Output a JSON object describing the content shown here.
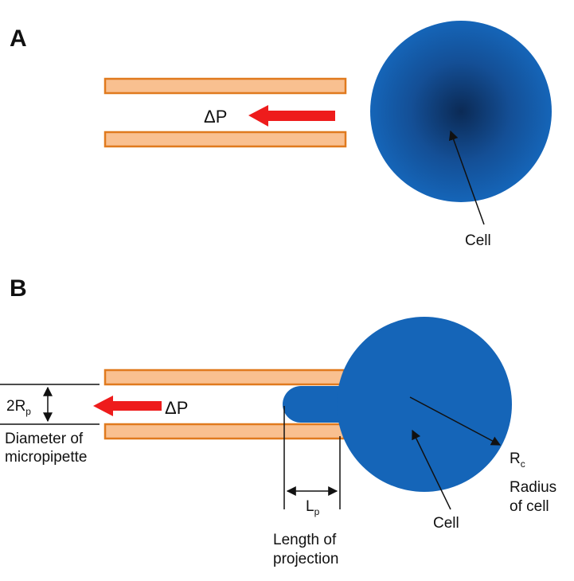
{
  "panels": {
    "a": {
      "label": "A",
      "pressure_label": "ΔP",
      "cell_label": "Cell"
    },
    "b": {
      "label": "B",
      "pressure_label": "ΔP",
      "diameter_symbol": "2R",
      "diameter_subscript": "p",
      "diameter_text_line1": "Diameter of",
      "diameter_text_line2": "micropipette",
      "projection_symbol": "L",
      "projection_subscript": "p",
      "projection_text_line1": "Length of",
      "projection_text_line2": "projection",
      "cell_label": "Cell",
      "radius_symbol": "R",
      "radius_subscript": "c",
      "radius_text_line1": "Radius",
      "radius_text_line2": "of cell"
    }
  },
  "colors": {
    "pipette_fill": "#f9c090",
    "pipette_stroke": "#e07a1e",
    "cell": "#1565b8",
    "cell_center": "#0b2a55",
    "arrow": "#ee1c1c",
    "ink": "#111111"
  }
}
